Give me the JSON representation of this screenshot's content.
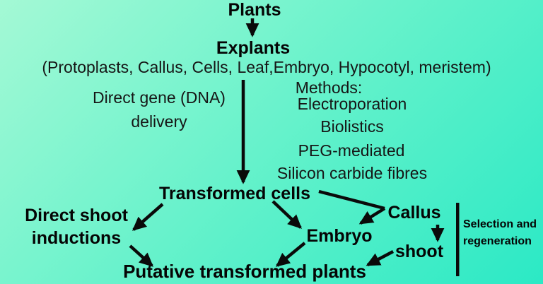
{
  "nodes": {
    "plants": "Plants",
    "explants": "Explants",
    "explant_types": "(Protoplasts, Callus, Cells, Leaf,Embryo, Hypocotyl, meristem)",
    "transformed_cells": "Transformed cells",
    "direct_shoot_line1": "Direct shoot",
    "direct_shoot_line2": "inductions",
    "embryo": "Embryo",
    "callus": "Callus",
    "shoot": "shoot",
    "putative_plants": "Putative transformed plants"
  },
  "left_label": {
    "line1": "Direct gene (DNA)",
    "line2": "delivery"
  },
  "methods": {
    "title": "Methods:",
    "items": [
      "Electroporation",
      "Biolistics",
      "PEG-mediated",
      "Silicon carbide fibres"
    ]
  },
  "annotation": {
    "line1": "Selection and",
    "line2": "regeneration"
  },
  "colors": {
    "background_top_left": "#a4f9d5",
    "background_mid": "#5ff1ca",
    "background_bottom_right": "#2be9c5",
    "text": "#161616",
    "bold_text": "#050505",
    "arrow": "#0a0a0a"
  }
}
